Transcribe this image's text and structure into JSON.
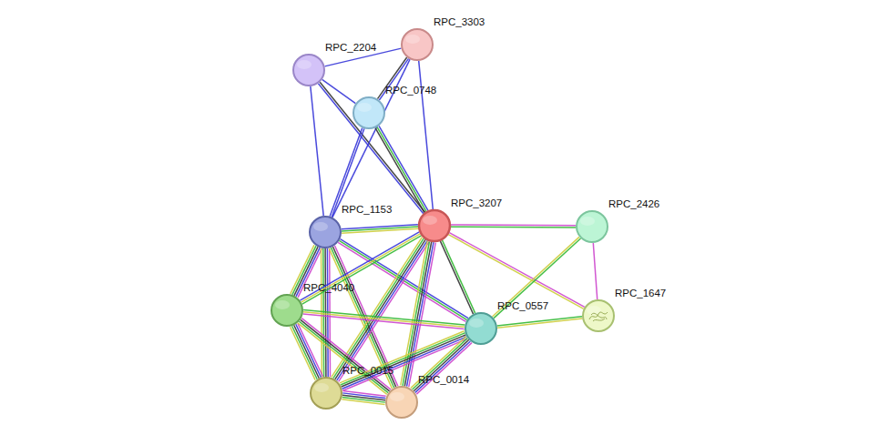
{
  "diagram": {
    "nodes": [
      {
        "text": [
          "RPC_3303"
        ]
      },
      {
        "text": [
          "RPC_2204"
        ]
      },
      {
        "text": [
          "RPC_0748"
        ]
      },
      {
        "text": [
          "RPC_1153"
        ]
      },
      {
        "text": [
          "RPC_3207"
        ]
      },
      {
        "text": [
          "RPC_2426"
        ]
      },
      {
        "text": [
          "RPC_4040"
        ]
      },
      {
        "text": [
          "RPC_0557"
        ]
      },
      {
        "text": [
          "RPC_1647"
        ]
      },
      {
        "text": [
          "RPC_0015"
        ]
      },
      {
        "text": [
          "RPC_0014"
        ]
      }
    ],
    "edges": [
      {
        "from": 1,
        "to": 0,
        "arrow": "none"
      },
      {
        "from": 1,
        "to": 2,
        "arrow": "none"
      },
      {
        "from": 1,
        "to": 4,
        "arrow": "none"
      },
      {
        "from": 1,
        "to": 3,
        "arrow": "none"
      },
      {
        "from": 0,
        "to": 2,
        "arrow": "none"
      },
      {
        "from": 0,
        "to": 3,
        "arrow": "none"
      },
      {
        "from": 0,
        "to": 4,
        "arrow": "none"
      },
      {
        "from": 2,
        "to": 4,
        "arrow": "none"
      },
      {
        "from": 2,
        "to": 3,
        "arrow": "none"
      },
      {
        "from": 3,
        "to": 4,
        "arrow": "none"
      },
      {
        "from": 3,
        "to": 6,
        "arrow": "none"
      },
      {
        "from": 3,
        "to": 9,
        "arrow": "none"
      },
      {
        "from": 3,
        "to": 10,
        "arrow": "none"
      },
      {
        "from": 3,
        "to": 7,
        "arrow": "none"
      },
      {
        "from": 4,
        "to": 5,
        "arrow": "none"
      },
      {
        "from": 4,
        "to": 8,
        "arrow": "none"
      },
      {
        "from": 4,
        "to": 7,
        "arrow": "none"
      },
      {
        "from": 4,
        "to": 6,
        "arrow": "none"
      },
      {
        "from": 4,
        "to": 9,
        "arrow": "none"
      },
      {
        "from": 4,
        "to": 10,
        "arrow": "none"
      },
      {
        "from": 5,
        "to": 7,
        "arrow": "none"
      },
      {
        "from": 5,
        "to": 8,
        "arrow": "none"
      },
      {
        "from": 7,
        "to": 8,
        "arrow": "none"
      },
      {
        "from": 6,
        "to": 7,
        "arrow": "none"
      },
      {
        "from": 6,
        "to": 9,
        "arrow": "none"
      },
      {
        "from": 6,
        "to": 10,
        "arrow": "none"
      },
      {
        "from": 7,
        "to": 9,
        "arrow": "none"
      },
      {
        "from": 7,
        "to": 10,
        "arrow": "none"
      },
      {
        "from": 9,
        "to": 10,
        "arrow": "none"
      }
    ]
  }
}
